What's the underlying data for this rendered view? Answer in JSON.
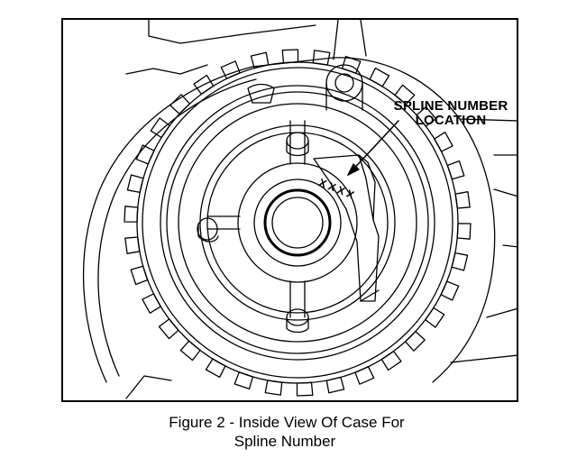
{
  "figure": {
    "callout_line_1": "SPLINE NUMBER",
    "callout_line_2": "LOCATION",
    "spline_marks": "XXXX",
    "caption_line_1": "Figure 2 - Inside View Of Case For",
    "caption_line_2": "Spline Number"
  },
  "colors": {
    "ink": "#000000",
    "paper": "#ffffff"
  }
}
